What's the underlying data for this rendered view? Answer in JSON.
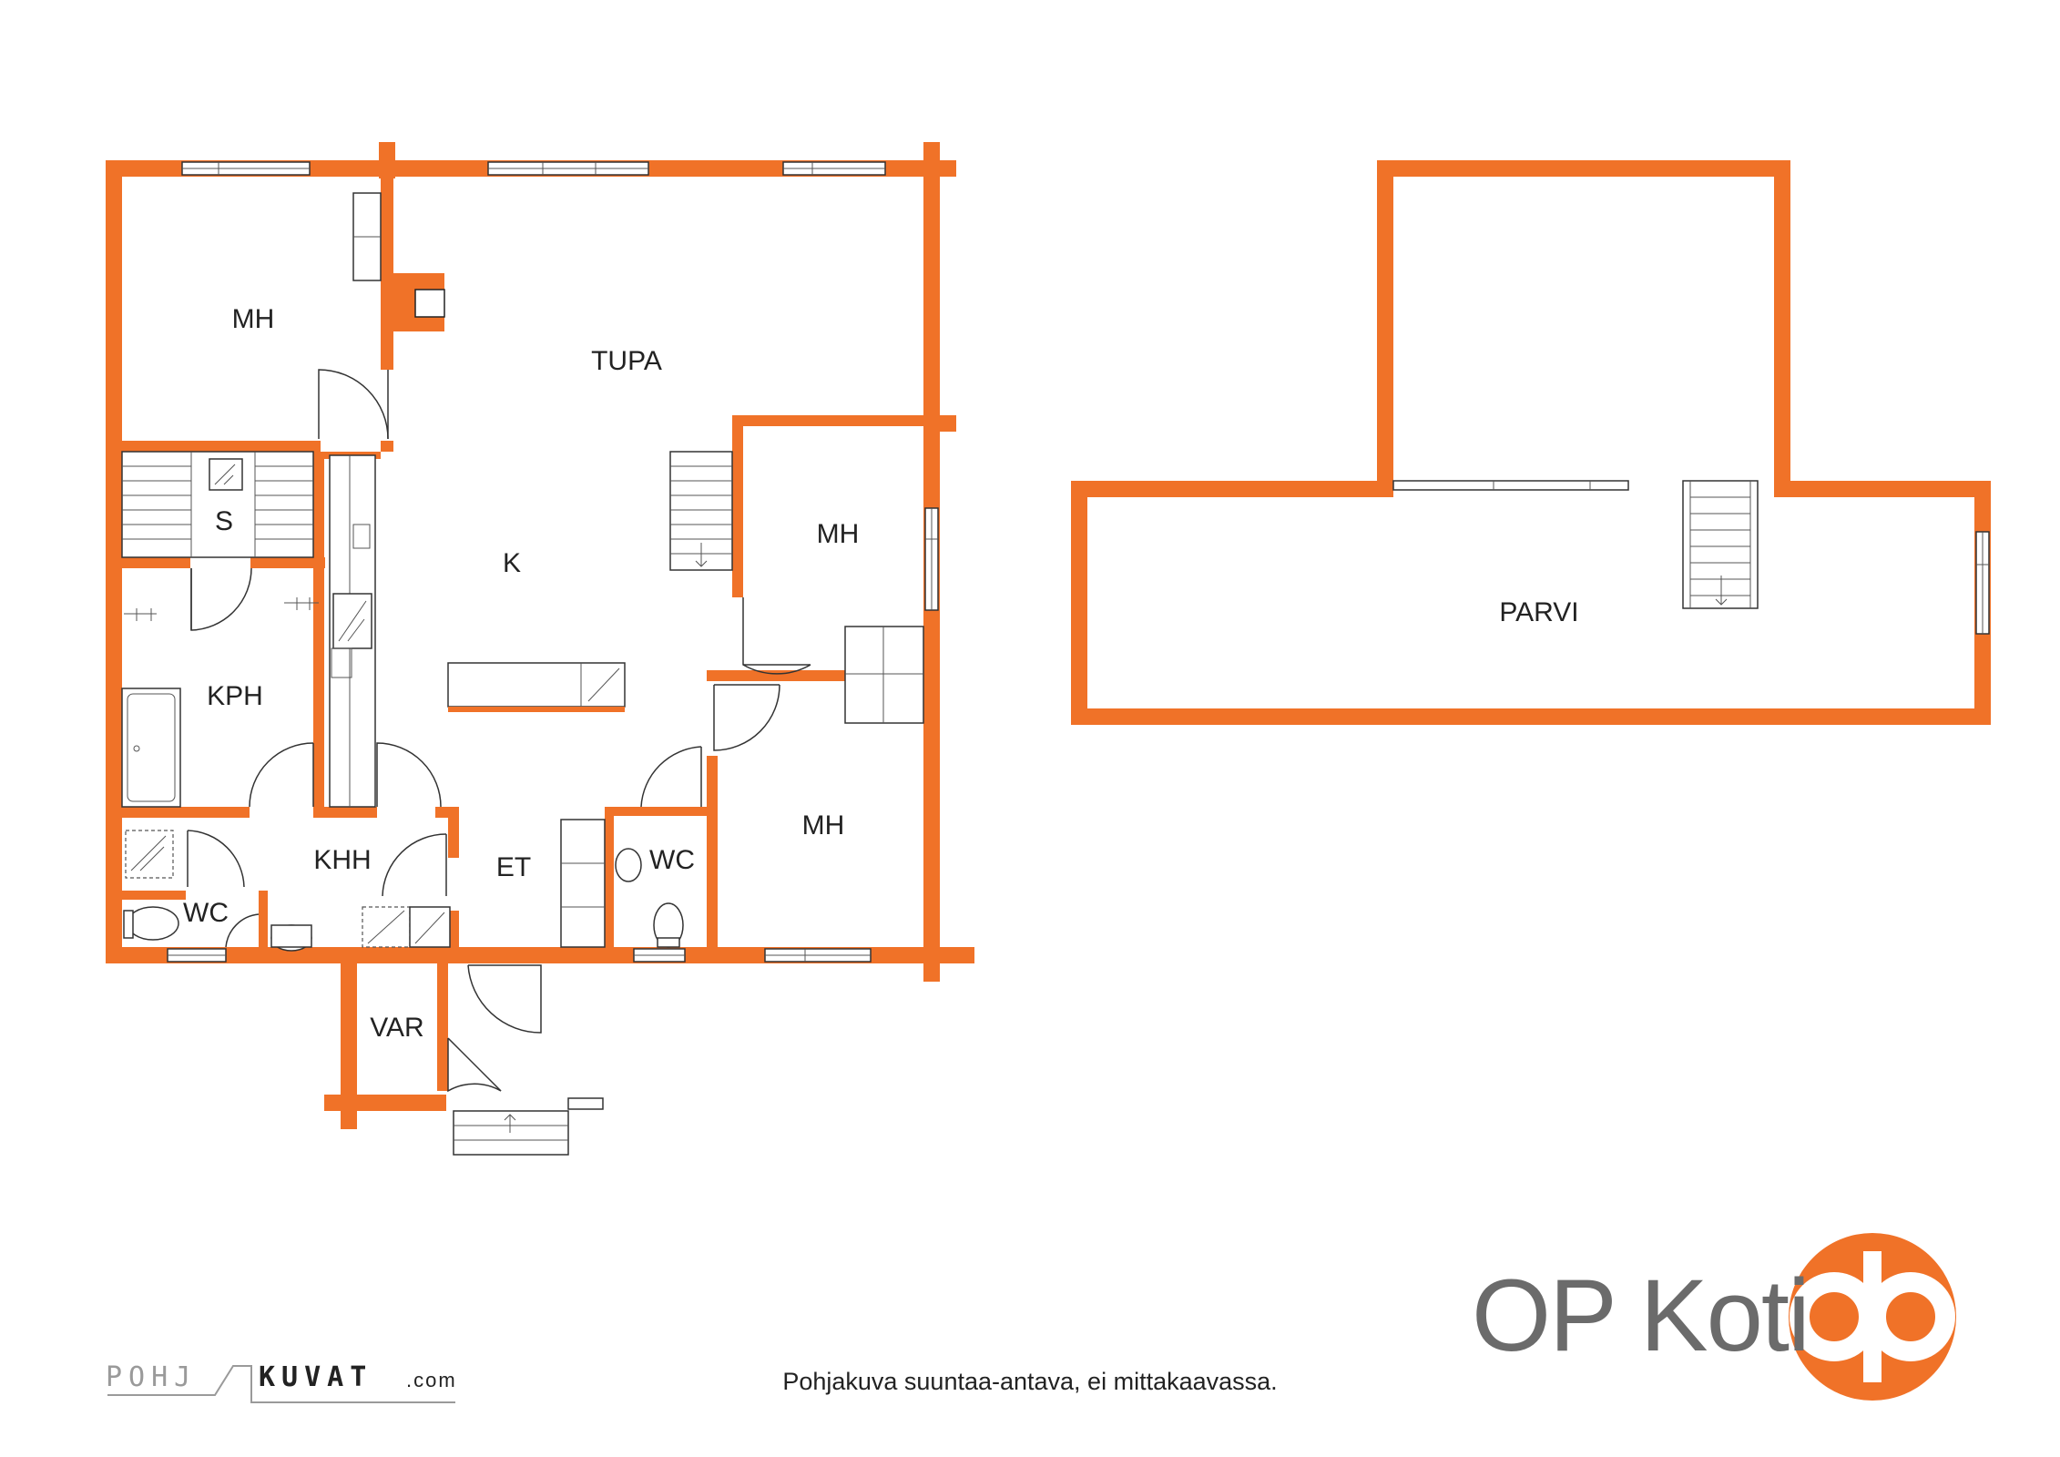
{
  "rooms": {
    "mh_1": "MH",
    "tupa": "TUPA",
    "k": "K",
    "s": "S",
    "mh_2": "MH",
    "kph": "KPH",
    "khh": "KHH",
    "et": "ET",
    "wc_1": "WC",
    "wc_2": "WC",
    "mh_3": "MH",
    "var": "VAR",
    "parvi": "PARVI"
  },
  "footer": {
    "disclaimer": "Pohjakuva suuntaa-antava, ei mittakaavassa.",
    "brand": "OP Koti",
    "watermark_left": "POHJ",
    "watermark_right": "KUVAT",
    "watermark_suffix": ".com"
  },
  "colors": {
    "wall": "#f07228",
    "logo": "#f07228",
    "text": "#222222",
    "brand_text": "#6b6b6b"
  }
}
